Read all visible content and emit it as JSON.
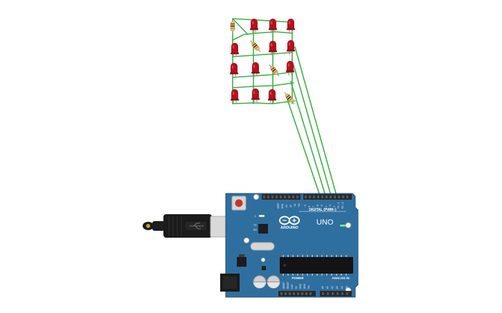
{
  "board": {
    "brand": "ARDUINO",
    "model": "UNO",
    "digital_label": "DIGITAL (PWM~)",
    "power_label": "POWER",
    "analog_label": "ANALOG IN",
    "led_labels": [
      "L",
      "TX",
      "RX"
    ],
    "on_label": "ON",
    "aref_label": "AREF",
    "gnd_label": "GND",
    "digital_pin_labels": [
      "13",
      "12",
      "~11",
      "~10",
      "~9",
      "8",
      "7",
      "~6",
      "~5",
      "4",
      "~3",
      "2",
      "TX→1",
      "RX←0"
    ],
    "power_pin_labels": [
      "IOREF",
      "RESET",
      "3.3V",
      "5V",
      "GND",
      "GND",
      "Vin"
    ],
    "analog_pin_labels": [
      "A0",
      "A1",
      "A2",
      "A3",
      "A4",
      "A5"
    ]
  },
  "colors": {
    "board": "#2f6f9f",
    "board_edge": "#1f4f77",
    "wire": "#3cb043",
    "led": "#b3121b",
    "resistor": "#e8c07a",
    "header": "#2a2a2a"
  }
}
